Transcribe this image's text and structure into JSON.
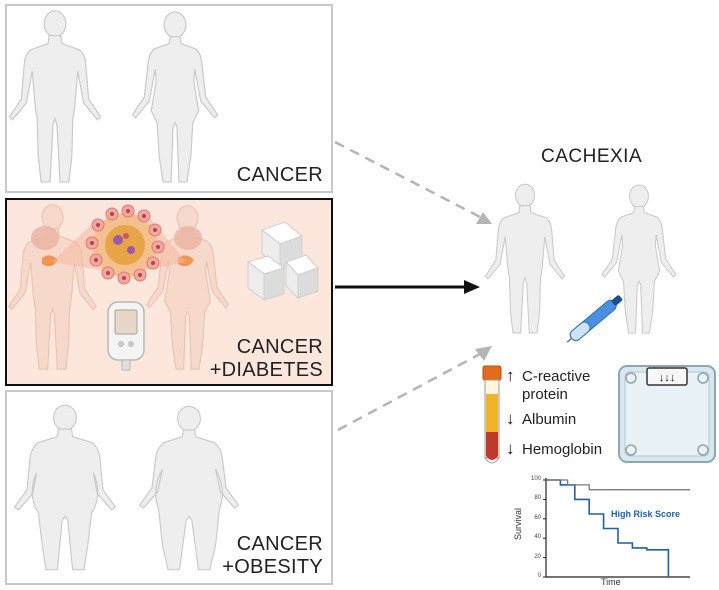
{
  "panels": {
    "cancer": {
      "label": "CANCER"
    },
    "cancer_diabetes": {
      "label_line1": "CANCER",
      "label_line2": "+DIABETES"
    },
    "cancer_obesity": {
      "label_line1": "CANCER",
      "label_line2": "+OBESITY"
    }
  },
  "outcome": {
    "title": "CACHEXIA",
    "markers": [
      {
        "direction": "up",
        "glyph": "↑",
        "line1": "C-reactive",
        "line2": "protein"
      },
      {
        "direction": "down",
        "glyph": "↓",
        "line1": "Albumin"
      },
      {
        "direction": "down",
        "glyph": "↓",
        "line1": "Hemoglobin"
      }
    ],
    "scale_display": "↓↓↓"
  },
  "colors": {
    "diabetes_panel_bg": "#fde7dd",
    "figure_fill": "#eeeeee",
    "figure_stroke": "#c9c9c9",
    "high_risk_line": "#1f5fb0",
    "reference_line": "#7a7a7a",
    "tube_cap": "#e36b1e",
    "tube_blood": "#c0392b",
    "tube_serum": "#f0b429"
  },
  "icons": [
    "human-figure-icon",
    "tumor-cells-icon",
    "sugar-cubes-icon",
    "glucometer-icon",
    "insulin-pen-icon",
    "blood-tube-icon",
    "weight-scale-icon"
  ],
  "chart_data": {
    "type": "line",
    "xlabel": "Time",
    "ylabel": "Survival",
    "yticks": [
      0,
      20,
      40,
      60,
      80,
      100
    ],
    "ylim": [
      0,
      100
    ],
    "series": [
      {
        "name": "High Risk Score",
        "x": [
          0,
          1,
          1,
          2,
          2,
          3,
          3,
          4,
          4,
          5,
          5,
          6,
          6,
          7,
          7,
          8.5,
          8.5
        ],
        "y": [
          100,
          100,
          95,
          95,
          80,
          80,
          65,
          65,
          50,
          50,
          35,
          35,
          30,
          30,
          28,
          28,
          0
        ]
      },
      {
        "x": [
          0,
          1.5,
          1.5,
          3,
          3,
          10
        ],
        "y": [
          100,
          100,
          95,
          95,
          90,
          90
        ]
      }
    ]
  }
}
